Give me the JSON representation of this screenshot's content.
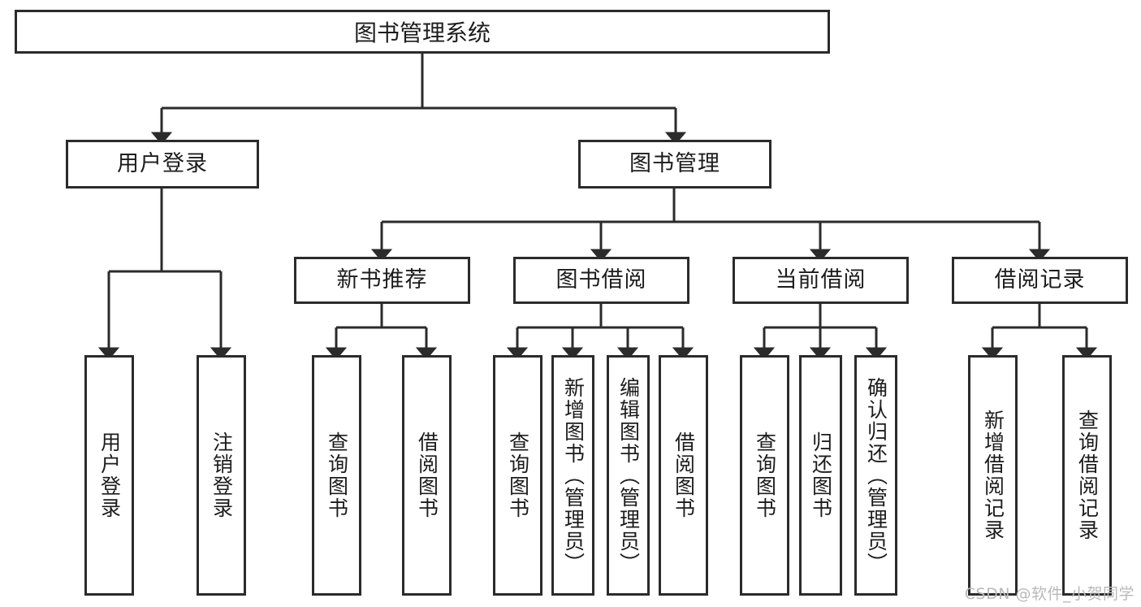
{
  "diagram": {
    "title": "图书管理系统",
    "watermark": "CSDN @软件_小贺同学",
    "stroke_color": "#2b2b2b",
    "text_color": "#1c1c1c",
    "background_color": "#ffffff",
    "watermark_color": "#b9b9b9"
  },
  "nodes": {
    "root": {
      "label": "图书管理系统"
    },
    "level2": [
      {
        "label": "用户登录"
      },
      {
        "label": "图书管理"
      }
    ],
    "level3": [
      {
        "label": "新书推荐"
      },
      {
        "label": "图书借阅"
      },
      {
        "label": "当前借阅"
      },
      {
        "label": "借阅记录"
      }
    ],
    "leaves": {
      "user_login": [
        {
          "label": "用户登录"
        },
        {
          "label": "注销登录"
        }
      ],
      "new_book_recommend": [
        {
          "label": "查询图书"
        },
        {
          "label": "借阅图书"
        }
      ],
      "book_borrow": [
        {
          "label": "查询图书"
        },
        {
          "label": "新增图书（管理员）"
        },
        {
          "label": "编辑图书（管理员）"
        },
        {
          "label": "借阅图书"
        }
      ],
      "current_borrow": [
        {
          "label": "查询图书"
        },
        {
          "label": "归还图书"
        },
        {
          "label": "确认归还（管理员）"
        }
      ],
      "borrow_record": [
        {
          "label": "新增借阅记录"
        },
        {
          "label": "查询借阅记录"
        }
      ]
    }
  }
}
